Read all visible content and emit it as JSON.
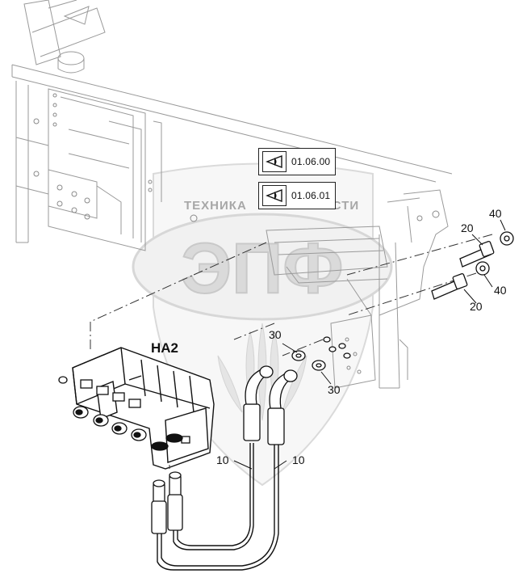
{
  "reference_boxes": [
    {
      "code": "01.06.00",
      "icon": "eye-reference-icon"
    },
    {
      "code": "01.06.01",
      "icon": "eye-reference-icon"
    }
  ],
  "assembly_label": "HA2",
  "callouts": {
    "c10a": "10",
    "c10b": "10",
    "c20a": "20",
    "c20b": "20",
    "c30a": "30",
    "c30b": "30",
    "c40a": "40",
    "c40b": "40"
  },
  "watermark": {
    "line1": "ТЕХНИКА",
    "line2": "ЗАПЧАСТИ",
    "logo": "ЭПФ"
  }
}
